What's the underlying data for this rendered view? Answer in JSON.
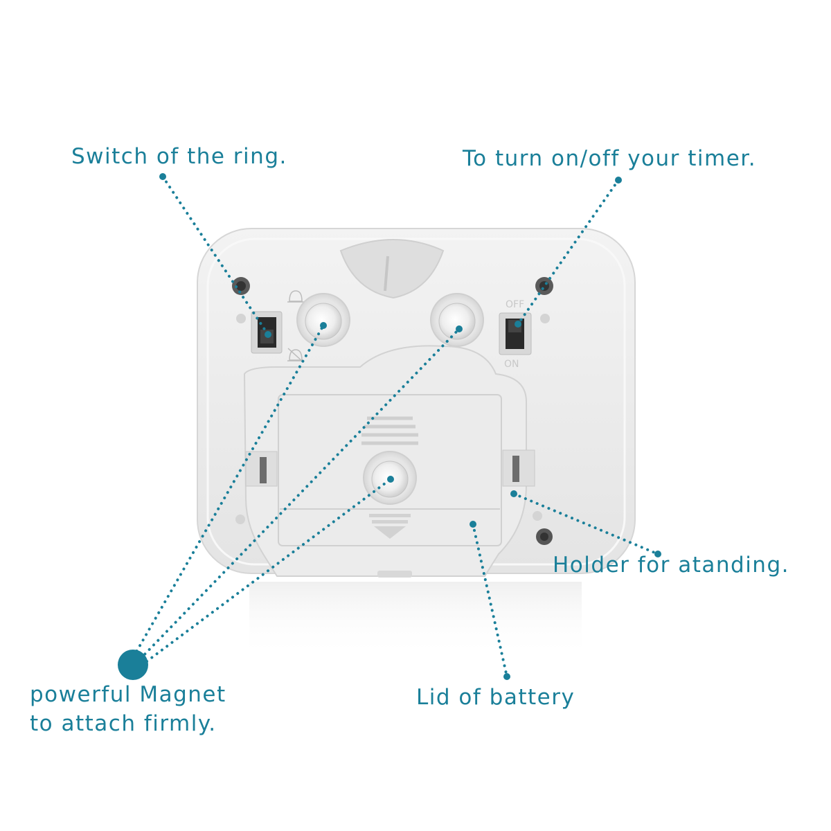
{
  "colors": {
    "accent": "#1a7f99",
    "device_body": "#ebebeb",
    "device_edge": "#d4d4d4",
    "switch_dark": "#2a2a2a",
    "magnet_silver": "#f4f4f4"
  },
  "device": {
    "switch_left_icons": [
      "bell-icon",
      "bell-muted-icon"
    ],
    "switch_right_labels": {
      "top": "OFF",
      "bottom": "ON"
    }
  },
  "annotations": {
    "switch_ring": "Switch of the ring.",
    "timer_switch": "To turn on/off your timer.",
    "holder": "Holder for atanding.",
    "magnet_line1": "powerful Magnet",
    "magnet_line2": "to attach firmly.",
    "battery_lid": "Lid of battery"
  }
}
